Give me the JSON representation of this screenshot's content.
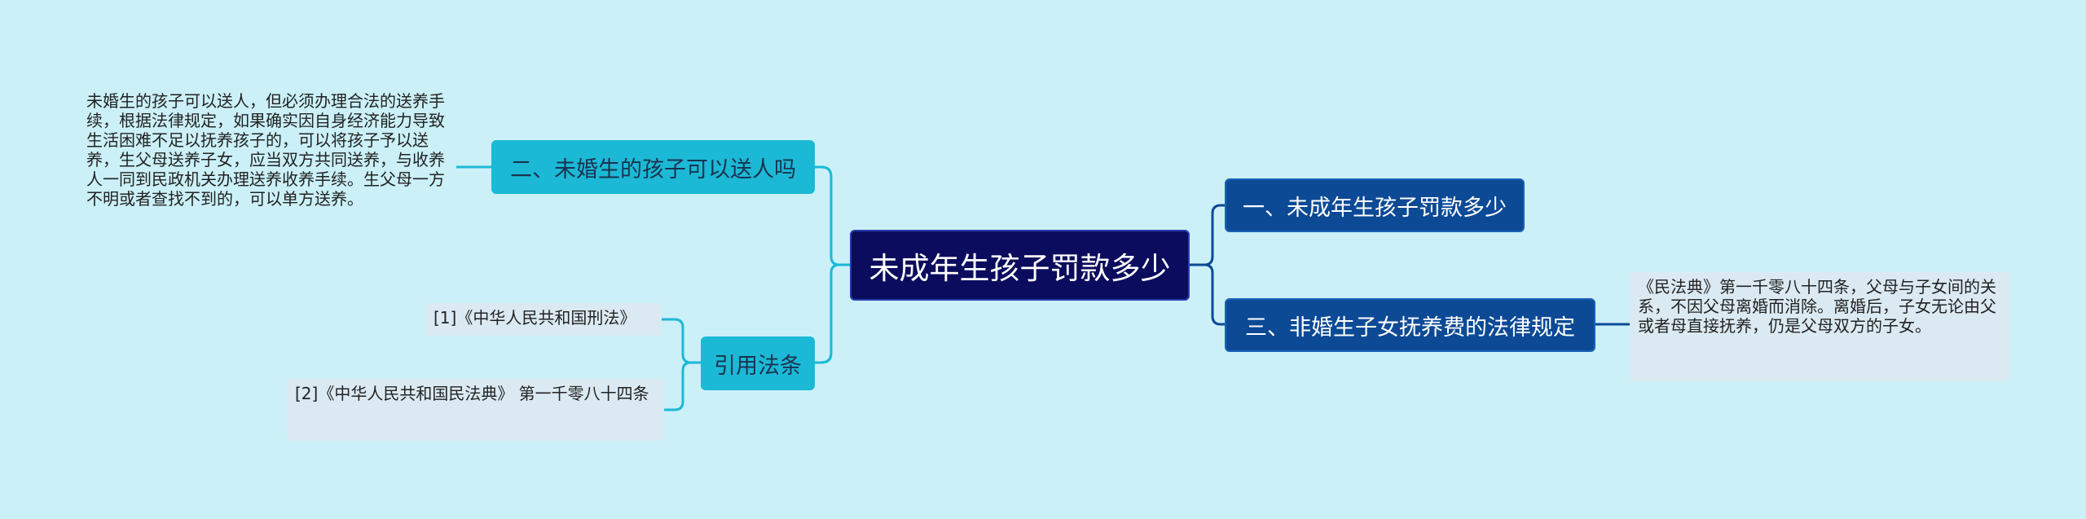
{
  "root": {
    "label": "未成年生孩子罚款多少"
  },
  "right_topics": [
    {
      "label": "一、未成年生孩子罚款多少"
    },
    {
      "label": "三、非婚生子女抚养费的法律规定"
    }
  ],
  "left_topics": [
    {
      "label": "二、未婚生的孩子可以送人吗"
    },
    {
      "label": "引用法条"
    }
  ],
  "notes": {
    "adoption": "未婚生的孩子可以送人，但必须办理合法的送养手续，根据法律规定，如果确实因自身经济能力导致生活困难不足以抚养孩子的，可以将孩子予以送养，生父母送养子女，应当双方共同送养，与收养人一同到民政机关办理送养收养手续。生父母一方不明或者查找不到的，可以单方送养。",
    "civil_code": "《民法典》第一千零八十四条，父母与子女间的关系，不因父母离婚而消除。离婚后，子女无论由父或者母直接抚养，仍是父母双方的子女。",
    "ref1": "[1]《中华人民共和国刑法》",
    "ref2": "[2]《中华人民共和国民法典》 第一千零八十四条"
  },
  "colors": {
    "background": "#cbf0f7",
    "root": "#0c0c5e",
    "right_topic": "#0c4a96",
    "left_topic": "#1cb9d6",
    "right_link": "#0c4a96",
    "left_link": "#1cb9d6",
    "note_box": "#dbeaf2"
  }
}
